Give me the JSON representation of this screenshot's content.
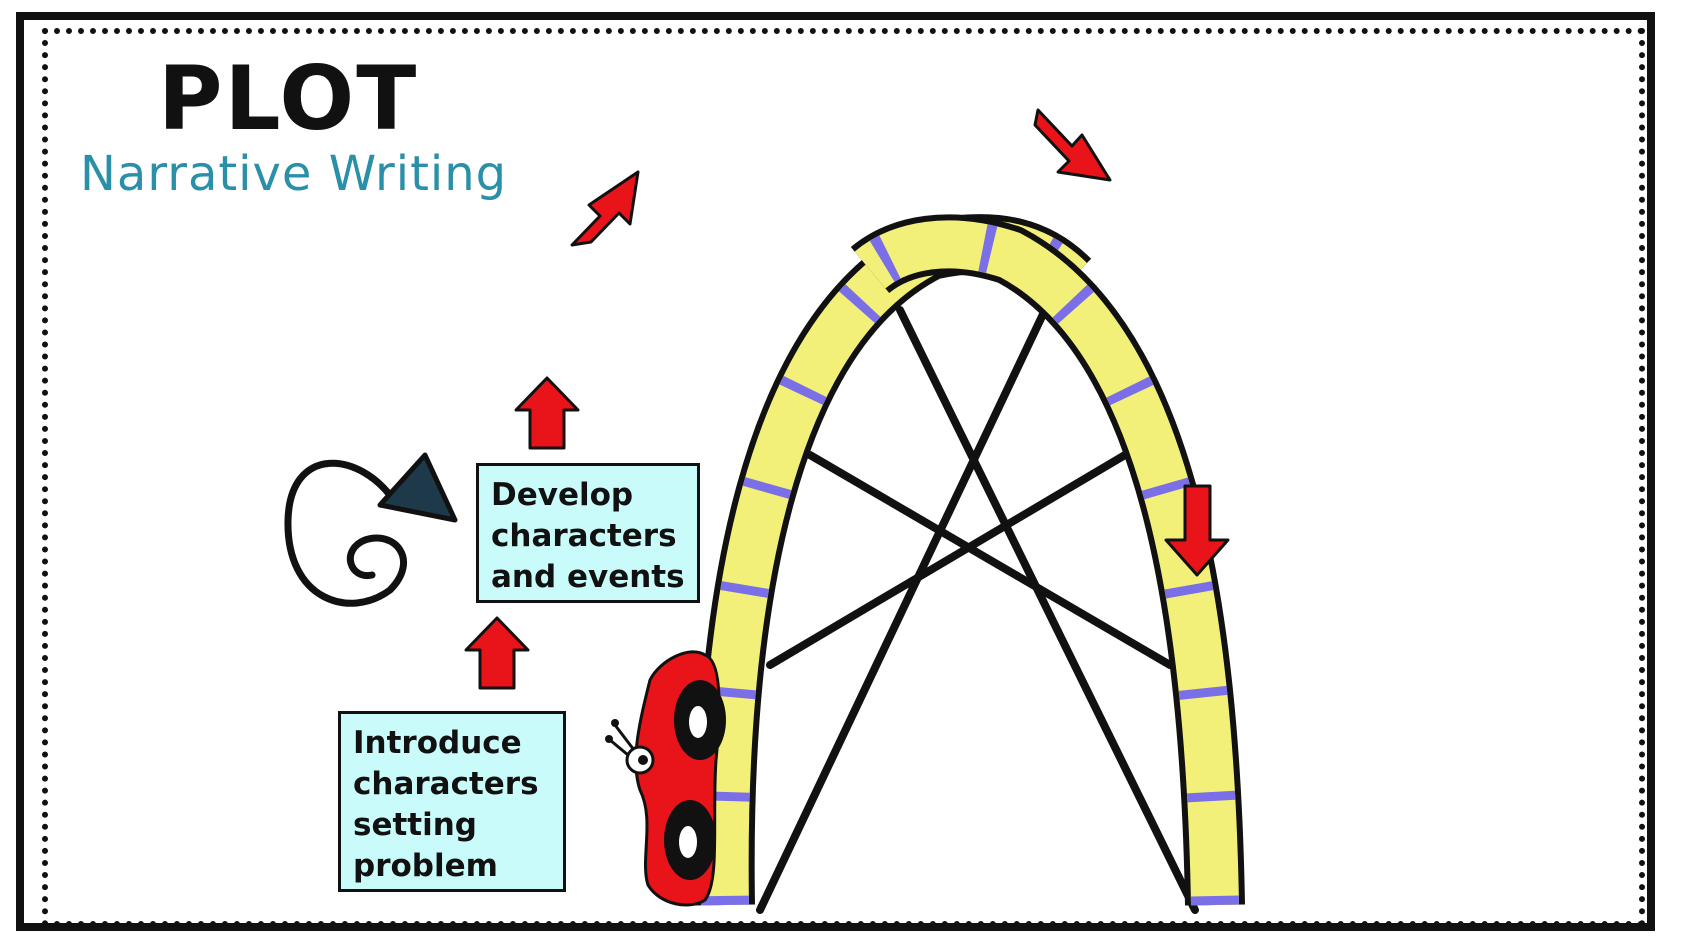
{
  "header": {
    "title": "PLOT",
    "subtitle": "Narrative Writing"
  },
  "boxes": {
    "develop": {
      "lines": [
        "Develop",
        "characters",
        "and events"
      ]
    },
    "introduce": {
      "lines": [
        "Introduce",
        "characters",
        "setting",
        "problem"
      ]
    }
  },
  "colors": {
    "arrow_red": "#e8141a",
    "track_yellow": "#f3f07a",
    "track_stripe": "#7b6fe8",
    "box_fill": "#c9fbfb",
    "subtitle_teal": "#2a8fa8",
    "car_red": "#e8141a"
  },
  "icons": {
    "arrows": "red-block-arrow-icon",
    "spiral": "spiral-arrow-icon",
    "car": "red-roller-coaster-car-icon"
  }
}
